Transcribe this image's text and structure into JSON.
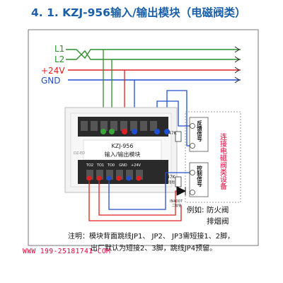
{
  "title": "4. 1. KZJ-956输入/输出模块（电磁阀类）",
  "bus_lines": {
    "l1": "L1",
    "l2": "L2",
    "plus24v": "+24V",
    "gnd": "GND"
  },
  "module": {
    "model": "KZJ-956",
    "name": "输入/输出模块",
    "brand_mark": "DZ-ED",
    "terminals": [
      "TO2",
      "TO1",
      "TO0",
      "GND",
      "+24V"
    ]
  },
  "device_panel": {
    "feedback_label": "反馈信号",
    "control_label": "控制信号",
    "side_text": "连接电磁阀类设备",
    "resistor_top": "47K",
    "resistor_bottom": "47K",
    "resistor_bottom_sub": "电阻",
    "diode_label": "IN4007",
    "diode_sub": "二极管"
  },
  "examples": {
    "line1": "例如: 防火阀",
    "line2": "排烟阀"
  },
  "notes": {
    "line1": "注明：模块背面跳线JP1、 JP2、 JP3需短接1、2脚，",
    "line2": "出厂默认为短接2、3脚，跳线JP4预留。"
  },
  "footer": "WWW 199-25181741-COM",
  "colors": {
    "title": "#1a5fa8",
    "l1_wire": "#2f8f2f",
    "l2_wire": "#2f8f2f",
    "plus24v_wire": "#e02020",
    "gnd_wire": "#1f4fd0",
    "output_wire": "#e02020",
    "panel_text": "#e0003a"
  }
}
